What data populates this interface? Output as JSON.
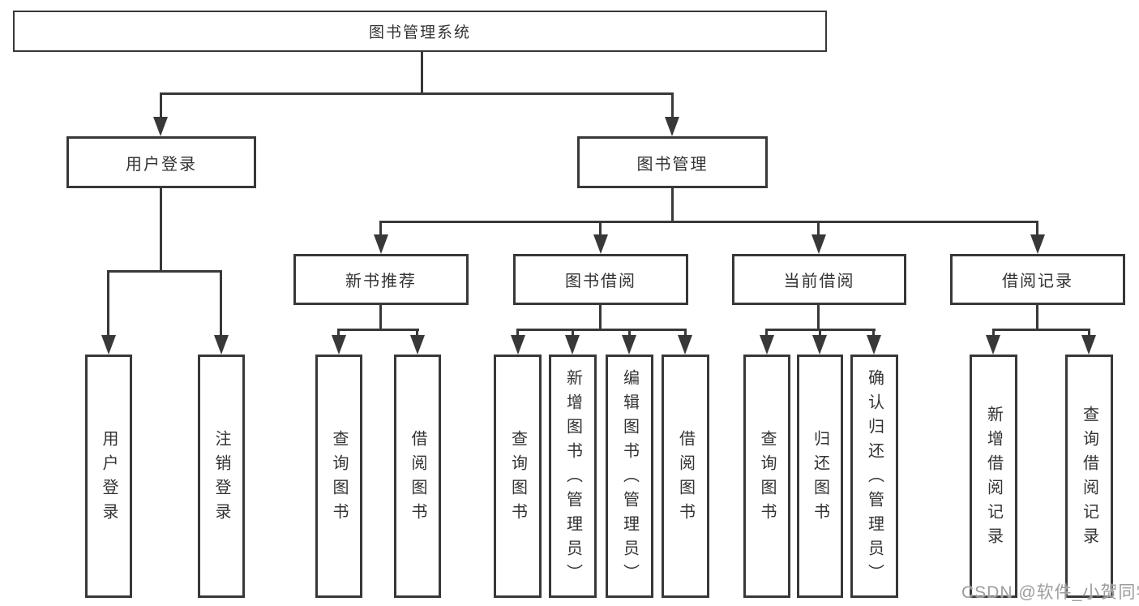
{
  "tree": {
    "root": {
      "label": "图书管理系统",
      "children": [
        {
          "label": "用户登录",
          "children": [
            {
              "label": "用户登录"
            },
            {
              "label": "注销登录"
            }
          ]
        },
        {
          "label": "图书管理",
          "children": [
            {
              "label": "新书推荐",
              "children": [
                {
                  "label": "查询图书"
                },
                {
                  "label": "借阅图书"
                }
              ]
            },
            {
              "label": "图书借阅",
              "children": [
                {
                  "label": "查询图书"
                },
                {
                  "label": "新增图书（管理员）"
                },
                {
                  "label": "编辑图书（管理员）"
                },
                {
                  "label": "借阅图书"
                }
              ]
            },
            {
              "label": "当前借阅",
              "children": [
                {
                  "label": "查询图书"
                },
                {
                  "label": "归还图书"
                },
                {
                  "label": "确认归还（管理员）"
                }
              ]
            },
            {
              "label": "借阅记录",
              "children": [
                {
                  "label": "新增借阅记录"
                },
                {
                  "label": "查询借阅记录"
                }
              ]
            }
          ]
        }
      ]
    }
  },
  "watermark": {
    "text": "CSDN @软件_小贺同学"
  },
  "colors": {
    "line": "#383838",
    "text": "#333333",
    "watermark": "#9c9c9c",
    "background": "#ffffff"
  }
}
